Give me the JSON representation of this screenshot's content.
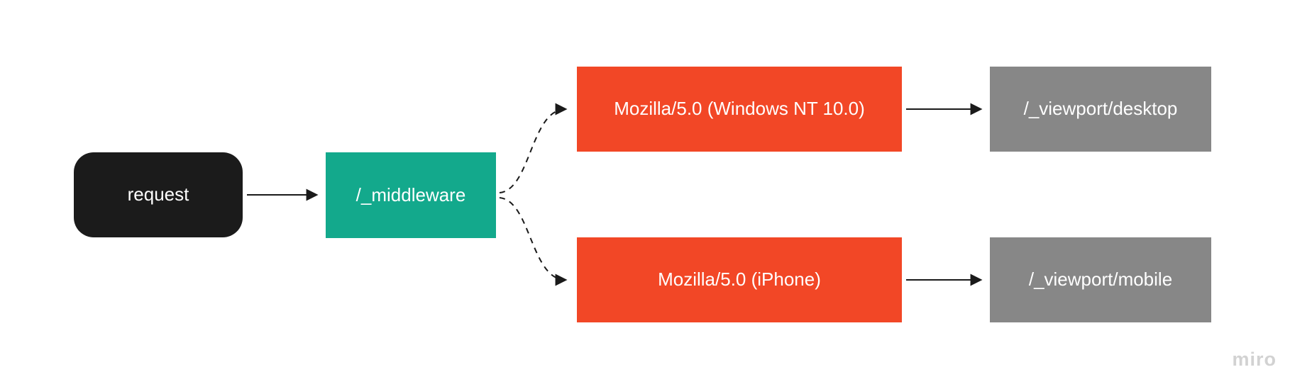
{
  "page": {
    "background": "#ffffff",
    "watermark": "miro",
    "watermark_color": "#d2d2d2"
  },
  "nodes": {
    "request": {
      "label": "request",
      "bg": "#1b1b1b",
      "text_color": "#ffffff",
      "shape": "rounded-rectangle"
    },
    "middleware": {
      "label": "/_middleware",
      "bg": "#13a98c",
      "text_color": "#ffffff",
      "shape": "rectangle"
    },
    "ua_desktop": {
      "label": "Mozilla/5.0 (Windows NT 10.0)",
      "bg": "#f24726",
      "text_color": "#ffffff",
      "shape": "rectangle"
    },
    "ua_mobile": {
      "label": "Mozilla/5.0 (iPhone)",
      "bg": "#f24726",
      "text_color": "#ffffff",
      "shape": "rectangle"
    },
    "viewport_desktop": {
      "label": "/_viewport/desktop",
      "bg": "#878787",
      "text_color": "#ffffff",
      "shape": "rectangle"
    },
    "viewport_mobile": {
      "label": "/_viewport/mobile",
      "bg": "#878787",
      "text_color": "#ffffff",
      "shape": "rectangle"
    }
  },
  "edges": [
    {
      "from": "request",
      "to": "middleware",
      "style": "solid",
      "arrow": "end"
    },
    {
      "from": "middleware",
      "to": "ua_desktop",
      "style": "dashed",
      "arrow": "end"
    },
    {
      "from": "middleware",
      "to": "ua_mobile",
      "style": "dashed",
      "arrow": "end"
    },
    {
      "from": "ua_desktop",
      "to": "viewport_desktop",
      "style": "solid",
      "arrow": "end"
    },
    {
      "from": "ua_mobile",
      "to": "viewport_mobile",
      "style": "solid",
      "arrow": "end"
    }
  ],
  "connector_color": "#1a1a1a"
}
